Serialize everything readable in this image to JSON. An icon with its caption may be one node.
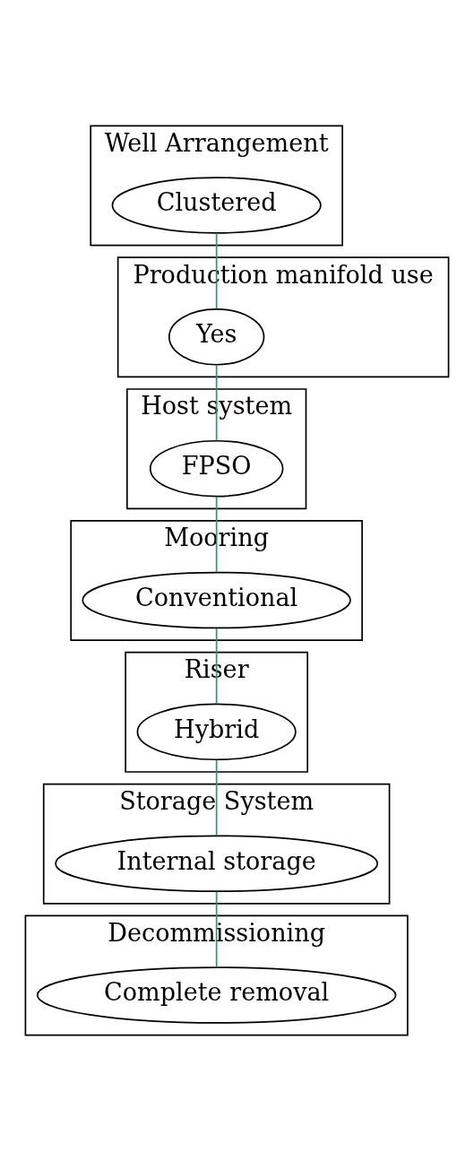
{
  "diagram": {
    "nodes": [
      {
        "text": [
          "Well Arrangement"
        ]
      },
      {
        "text": [
          "Clustered"
        ],
        "in": 0
      },
      {
        "text": [
          "Production manifold use"
        ]
      },
      {
        "text": [
          "Yes"
        ],
        "in": 2
      },
      {
        "text": [
          "Host system"
        ]
      },
      {
        "text": [
          "FPSO"
        ],
        "in": 4
      },
      {
        "text": [
          "Mooring"
        ]
      },
      {
        "text": [
          "Conventional"
        ],
        "in": 6
      },
      {
        "text": [
          "Riser"
        ]
      },
      {
        "text": [
          "Hybrid"
        ],
        "in": 8
      },
      {
        "text": [
          "Storage System"
        ]
      },
      {
        "text": [
          "Internal storage"
        ],
        "in": 10
      },
      {
        "text": [
          "Decommissioning"
        ]
      },
      {
        "text": [
          "Complete removal"
        ],
        "in": 12
      }
    ],
    "edges": [
      {
        "from": 1,
        "to": 3,
        "arrow": "none",
        "color": "#1b9e77"
      },
      {
        "from": 3,
        "to": 5,
        "arrow": "none",
        "color": "#1b9e77"
      },
      {
        "from": 5,
        "to": 7,
        "arrow": "none",
        "color": "#1b9e77"
      },
      {
        "from": 7,
        "to": 9,
        "arrow": "none",
        "color": "#1b9e77"
      },
      {
        "from": 9,
        "to": 11,
        "arrow": "none",
        "color": "#1b9e77"
      },
      {
        "from": 11,
        "to": 13,
        "arrow": "none",
        "color": "#1b9e77"
      }
    ]
  }
}
